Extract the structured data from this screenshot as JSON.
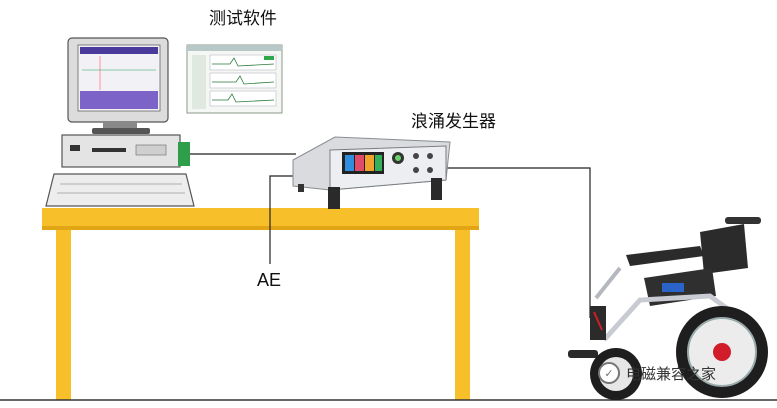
{
  "labels": {
    "software": "测试软件",
    "surge_generator": "浪涌发生器",
    "ae": "AE"
  },
  "watermark": {
    "text": "电磁兼容之家"
  },
  "colors": {
    "table": "#f7c02b",
    "table_edge": "#e2a514",
    "monitor_screen": "#7b63c8",
    "generator_body": "#d9dbdf",
    "wheelchair_frame": "#c8ccd2",
    "wheelchair_accent": "#d11c2a",
    "line": "#222222"
  }
}
